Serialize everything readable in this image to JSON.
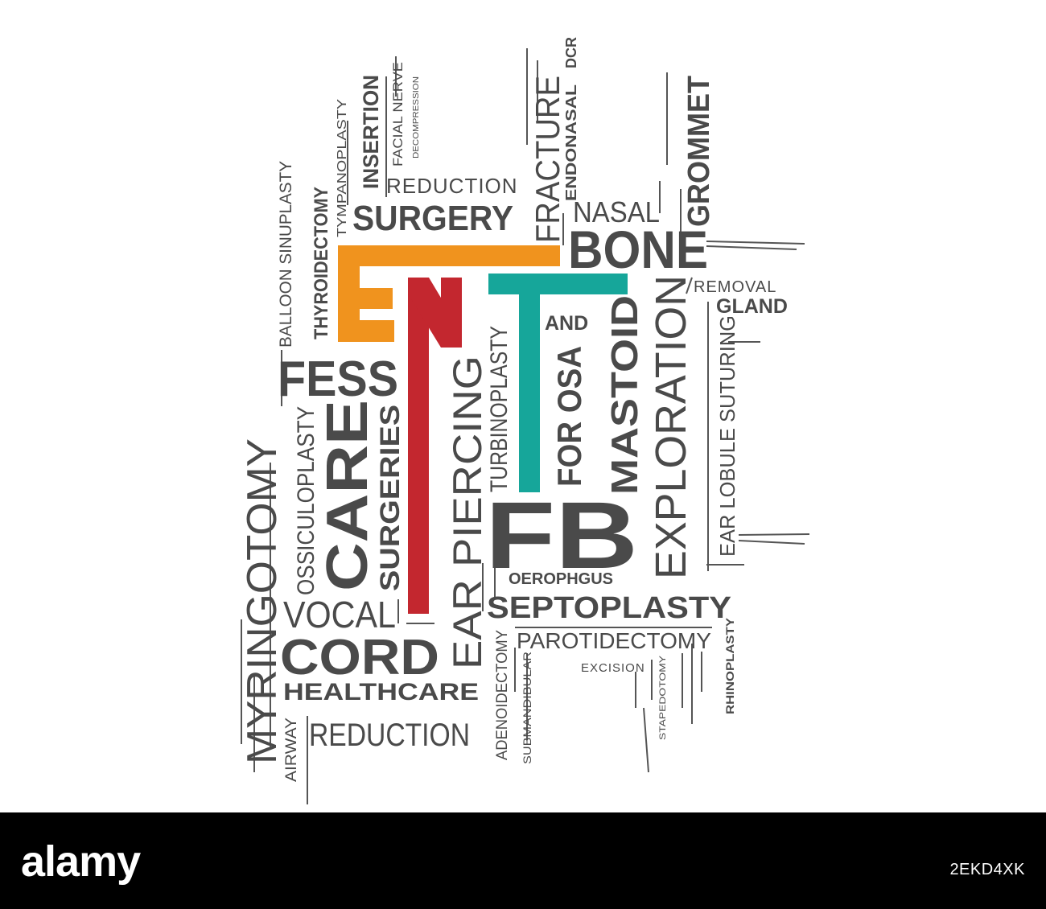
{
  "colors": {
    "text": "#4a4a4a",
    "letter_e": "#f0931e",
    "letter_n": "#c3272f",
    "letter_t": "#16a69a",
    "footer_bg": "#000000",
    "footer_text": "#ffffff"
  },
  "words": {
    "dcr": "DCR",
    "endonasal": "ENDONASAL",
    "fracture": "FRACTURE",
    "nasal": "NASAL",
    "bone": "BONE",
    "grommet": "GROMMET",
    "insertion": "INSERTION",
    "facial_nerve": "FACIAL NERVE",
    "decompression": "DECOMPRESSION",
    "tympanoplasty": "TYMPANOPLASTY",
    "reduction_top": "REDUCTION",
    "surgery": "SURGERY",
    "thyroidectomy": "THYROIDECTOMY",
    "balloon_sinuplasty": "BALLOON SINUPLASTY",
    "removal": "REMOVAL",
    "gland": "GLAND",
    "and": "AND",
    "mastoid": "MASTOID",
    "for_osa": "FOR OSA",
    "turbinoplasty": "TURBINOPLASTY",
    "exploration": "EXPLORATION",
    "ear_lobule_suturing": "EAR LOBULE SUTURING",
    "fess": "FESS",
    "care": "CARE",
    "surgeries": "SURGERIES",
    "ossiculoplasty": "OSSICULOPLASTY",
    "myringotomy": "MYRINGOTOMY",
    "ear_piercing": "EAR PIERCING",
    "fb": "FB",
    "oerophgus": "OEROPHGUS",
    "septoplasty": "SEPTOPLASTY",
    "vocal": "VOCAL",
    "cord": "CORD",
    "healthcare": "HEALTHCARE",
    "airway": "AIRWAY",
    "reduction_bottom": "REDUCTION",
    "adenoidectomy": "ADENOIDECTOMY",
    "submandibular": "SUBMANDIBULAR",
    "parotidectomy": "PAROTIDECTOMY",
    "excision": "EXCISION",
    "stapedotomy": "STAPEDOTOMY",
    "rhinoplasty": "RHINOPLASTY"
  },
  "footer": {
    "brand": "alamy",
    "stock_id": "2EKD4XK"
  }
}
